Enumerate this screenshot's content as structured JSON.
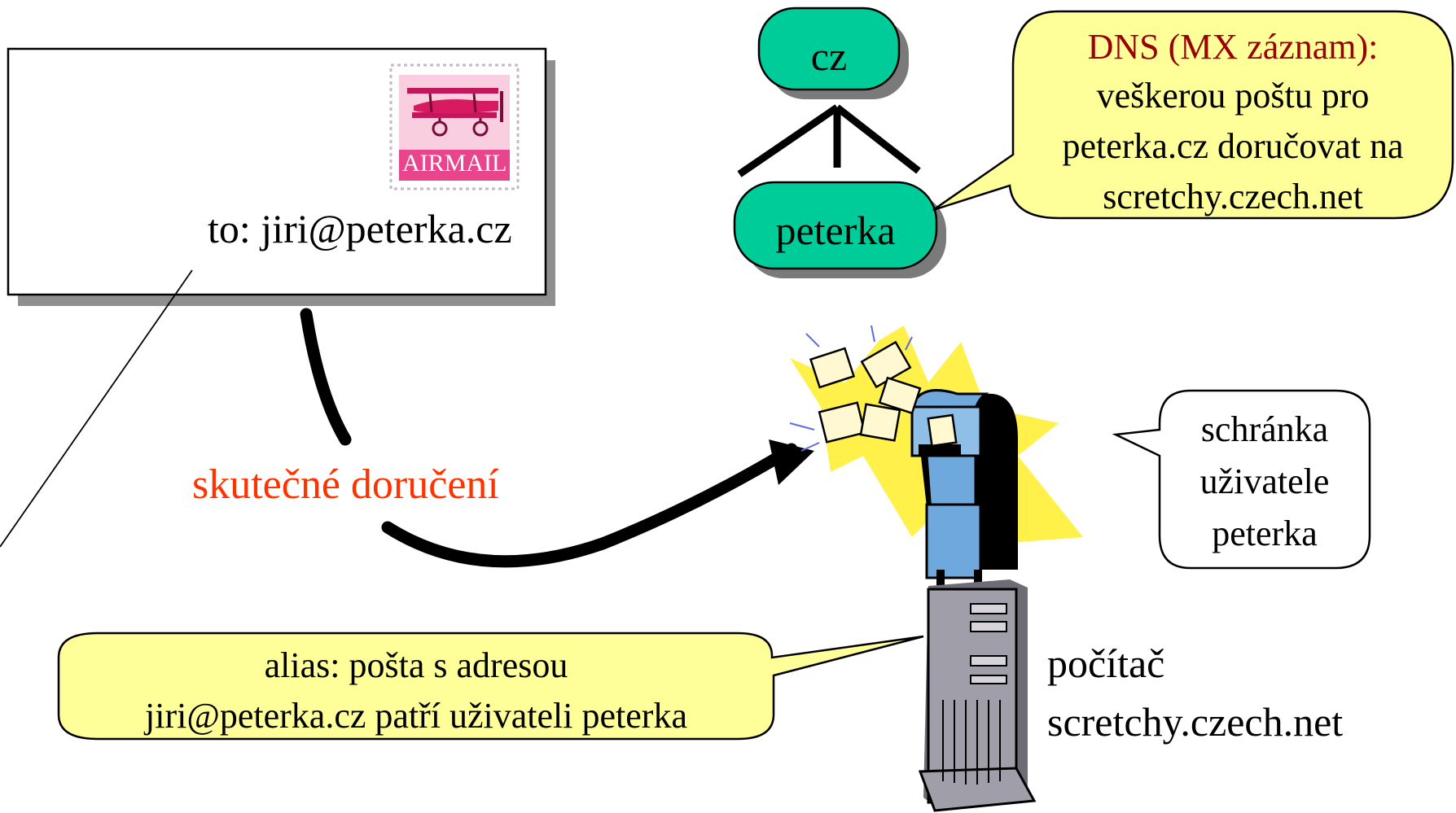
{
  "envelope": {
    "to_label": "to: jiri@peterka.cz",
    "stamp_text": "AIRMAIL"
  },
  "dns_tree": {
    "root_node": "cz",
    "child_node": "peterka"
  },
  "dns_callout": {
    "title": "DNS (MX záznam):",
    "lines": [
      "veškerou poštu pro",
      "peterka.cz doručovat na",
      "scretchy.czech.net"
    ]
  },
  "delivery": {
    "label": "skutečné doručení"
  },
  "mailbox_callout": {
    "lines": [
      "schránka",
      "uživatele",
      "peterka"
    ]
  },
  "alias_callout": {
    "lines": [
      "alias: pošta s adresou",
      "jiri@peterka.cz patří uživateli peterka"
    ]
  },
  "computer": {
    "lines": [
      "počítač",
      "scretchy.czech.net"
    ]
  },
  "colors": {
    "node_fill": "#00CC99",
    "callout_fill": "#FFFF99",
    "dns_title": "#990000",
    "delivery_label": "#FF3300",
    "mailbox_blue": "#6FA8DC",
    "burst_yellow": "#FFF04A",
    "server_gray": "#A09EA8",
    "stamp_pink": "#E8458C"
  }
}
